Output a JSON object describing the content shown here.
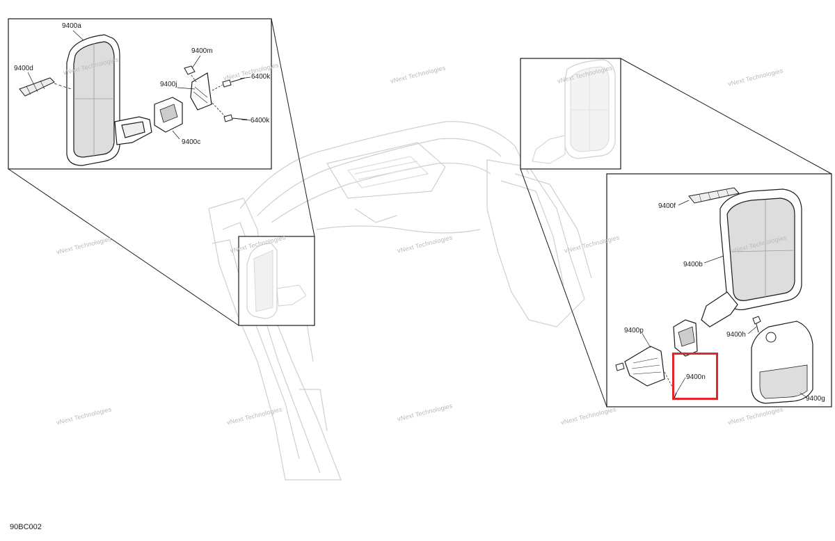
{
  "diagram": {
    "code": "90BC002",
    "watermark": "vNext Technologies",
    "highlight_color": "#e0262b",
    "callouts": {
      "c9400a": "9400a",
      "c9400d": "9400d",
      "c9400m": "9400m",
      "c9400j": "9400j",
      "c6400k_top": "6400k",
      "c6400k_bottom": "6400k",
      "c9400c": "9400c",
      "c9400f": "9400f",
      "c9400b": "9400b",
      "c9400p": "9400p",
      "c9400h": "9400h",
      "c9400n": "9400n",
      "c9400g": "9400g"
    }
  }
}
